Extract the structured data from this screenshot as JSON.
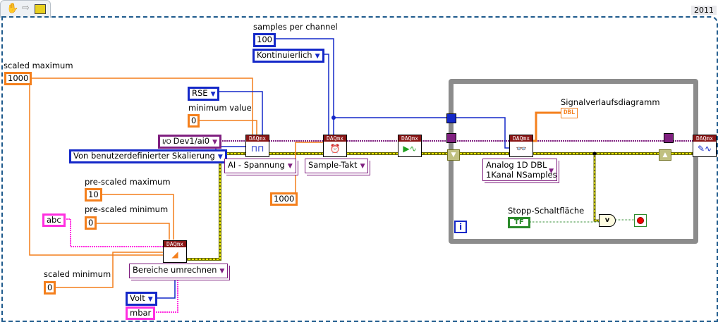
{
  "toolbar": {
    "icons": [
      "hand-tool-icon",
      "run-arrow-icon",
      "labview-icon"
    ]
  },
  "version_label": "2011",
  "controls": {
    "scaled_maximum": {
      "label": "scaled maximum",
      "value": "1000"
    },
    "minimum_value": {
      "label": "minimum value",
      "value": "0"
    },
    "terminal_config": {
      "value": "RSE"
    },
    "physical_channel": {
      "value": "Dev1/ai0"
    },
    "units": {
      "value": "Von benutzerdefinierter Skalierung"
    },
    "samples_per_channel": {
      "label": "samples per channel",
      "value": "100"
    },
    "sample_mode": {
      "value": "Kontinuierlich"
    },
    "rate": {
      "value": "1000"
    },
    "pre_scaled_maximum": {
      "label": "pre-scaled maximum",
      "value": "10"
    },
    "pre_scaled_minimum": {
      "label": "pre-scaled minimum",
      "value": "0"
    },
    "scale_name": {
      "value": "abc"
    },
    "scaled_minimum": {
      "label": "scaled minimum",
      "value": "0"
    },
    "pre_scaled_units": {
      "value": "Volt"
    },
    "scaled_units": {
      "value": "mbar"
    },
    "stop_button": {
      "label": "Stopp-Schaltfläche",
      "value": "TF"
    }
  },
  "nodes": {
    "daqmx_header": "DAQmx",
    "create_channel_selector": "AI - Spannung",
    "timing_selector": "Sample-Takt",
    "read_selector_line1": "Analog 1D DBL",
    "read_selector_line2": "1Kanal NSamples",
    "scale_selector": "Bereiche umrechnen",
    "or_label": "v",
    "loop_iteration": "i"
  },
  "indicators": {
    "waveform_chart": {
      "label": "Signalverlaufsdiagramm",
      "type": "DBL"
    }
  },
  "colors": {
    "numeric_wire": "#f47f1c",
    "enum_wire": "#1428c8",
    "task_wire": "#802080",
    "error_wire": "#c8c800",
    "string_wire": "#ff2fe0",
    "boolean_wire": "#2a8a2a",
    "daqmx_header": "#8a1616"
  }
}
